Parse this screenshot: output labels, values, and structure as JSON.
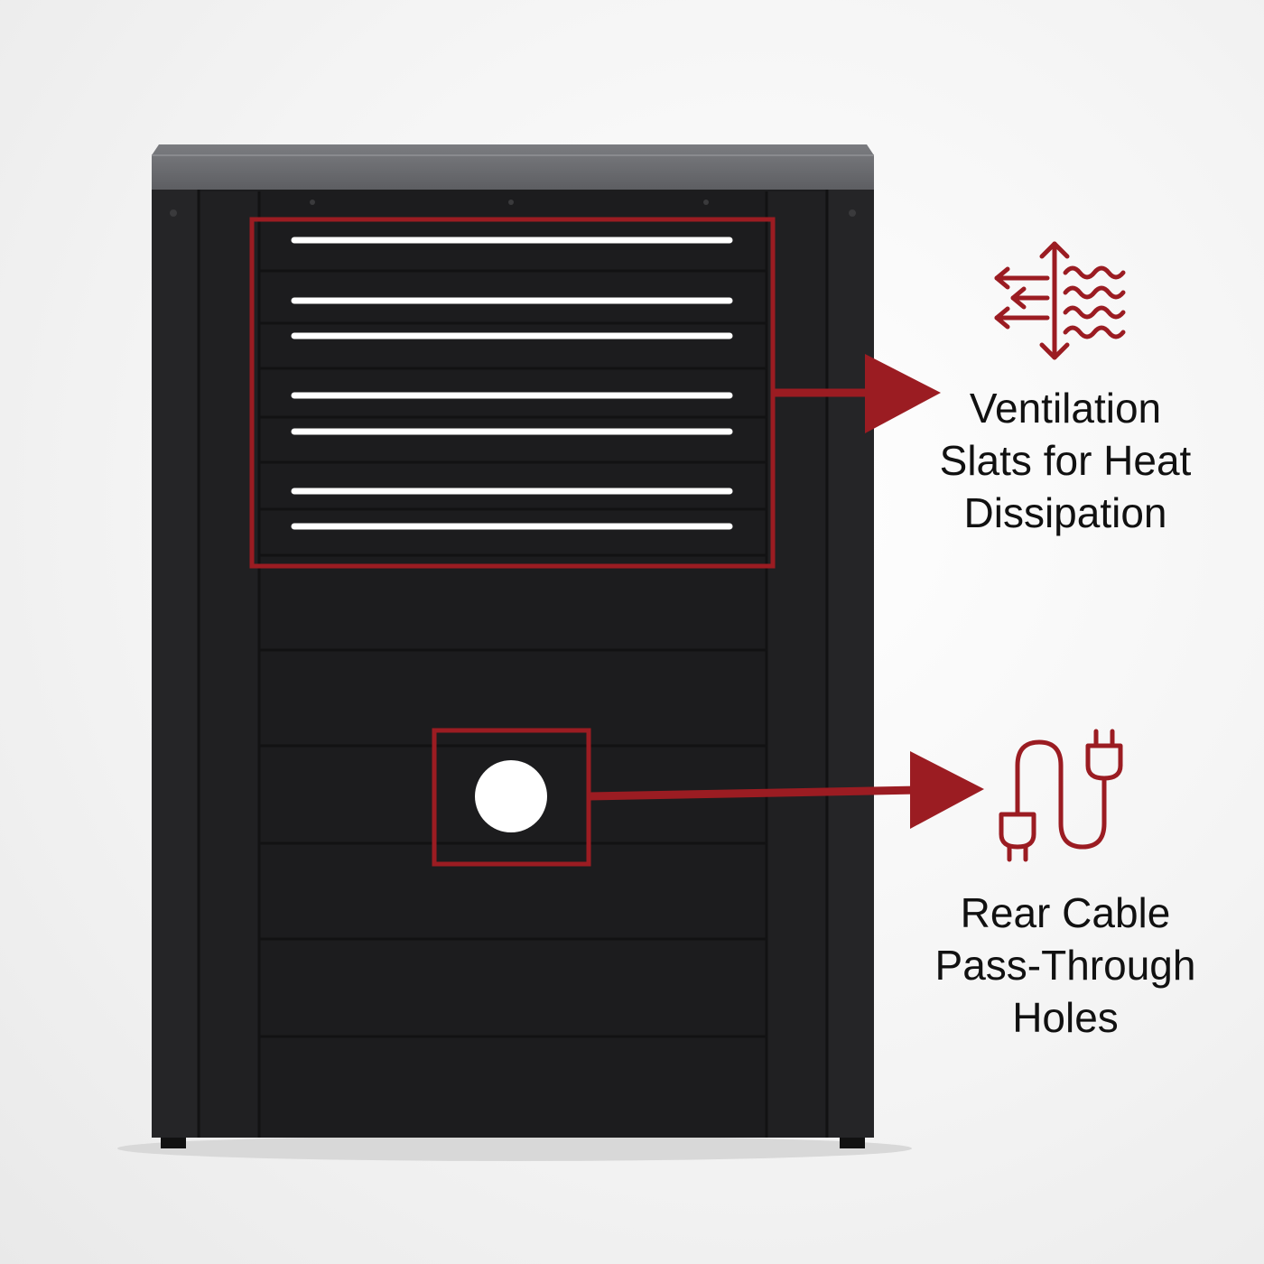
{
  "colors": {
    "accent": "#9b1c22",
    "cabinet_body": "#1c1c1e",
    "cabinet_top": "#6f7073",
    "background": "#f3f3f3"
  },
  "callouts": {
    "ventilation": {
      "icon": "airflow-heat-icon",
      "lines": [
        "Ventilation",
        "Slats for Heat",
        "Dissipation"
      ]
    },
    "cable": {
      "icon": "power-plug-cable-icon",
      "lines": [
        "Rear Cable",
        "Pass-Through",
        "Holes"
      ]
    }
  }
}
